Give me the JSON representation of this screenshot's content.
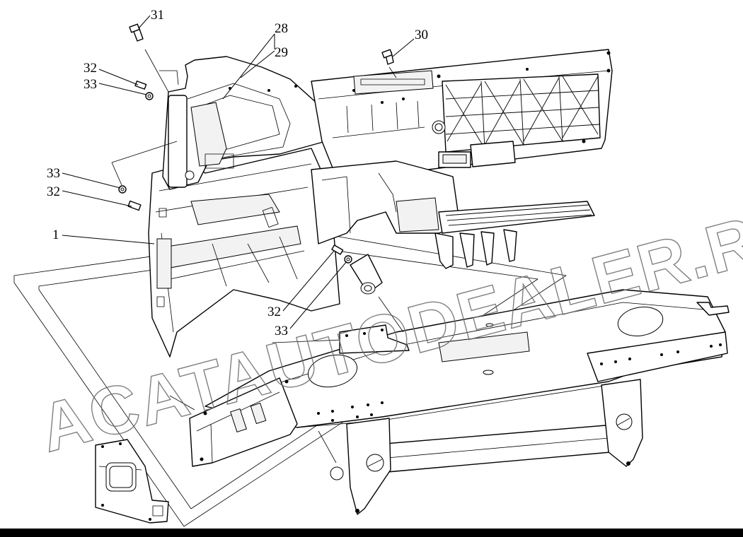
{
  "callouts": {
    "c31": "31",
    "c28": "28",
    "c29": "29",
    "c30": "30",
    "c32_top": "32",
    "c33_top": "33",
    "c33_mid": "33",
    "c32_mid": "32",
    "c1": "1",
    "c32_low": "32",
    "c33_low": "33"
  },
  "watermark": {
    "text": "ACATAUTODEALER.RU"
  },
  "colors": {
    "line": "#000000",
    "background": "#ffffff",
    "watermark": "#6a6a6a"
  }
}
